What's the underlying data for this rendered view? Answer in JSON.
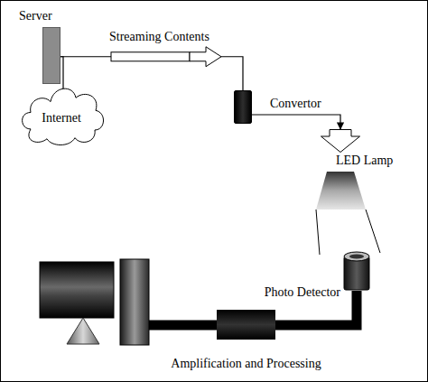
{
  "diagram": {
    "nodes": [
      {
        "text": [
          "Server"
        ]
      },
      {
        "text": [
          "Internet"
        ]
      },
      {
        "text": [
          "Convertor"
        ]
      },
      {
        "text": [
          "LED Lamp"
        ]
      },
      {
        "text": [
          "Photo Detector"
        ]
      },
      {
        "text": [
          "Amplification and Processing"
        ]
      }
    ],
    "edges": [
      {
        "from": 0,
        "to": 1,
        "arrow": "none"
      },
      {
        "from": 0,
        "to": 2,
        "arrow": "to",
        "label": "Streaming Contents"
      },
      {
        "from": 2,
        "to": 3,
        "arrow": "to"
      },
      {
        "from": 4,
        "to": 5,
        "arrow": "none"
      }
    ]
  }
}
